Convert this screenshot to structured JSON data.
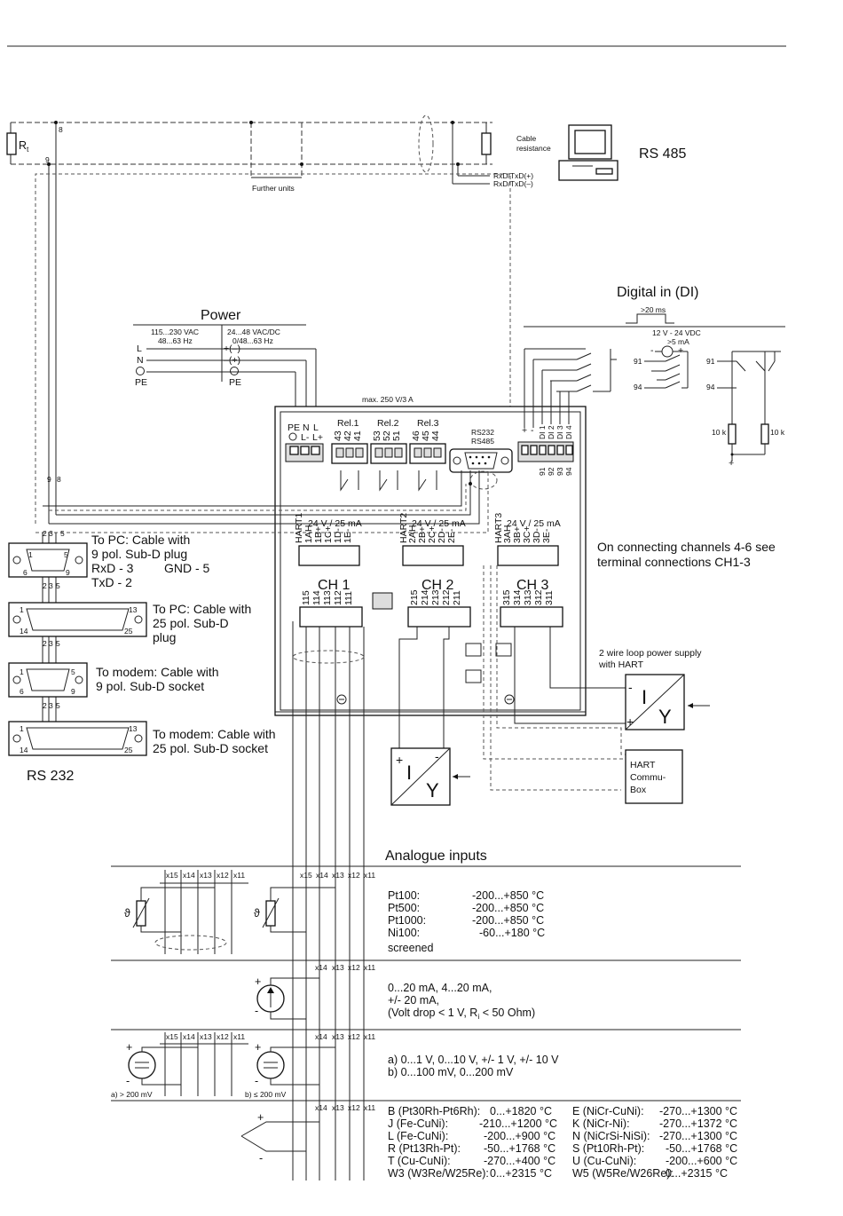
{
  "rs485": {
    "label": "RS 485",
    "cable_resistance_1": "Cable",
    "cable_resistance_2": "resistance",
    "rxd_plus": "RxD/TxD(+)",
    "rxd_minus": "RxD/TxD(–)",
    "further_units": "Further units",
    "r_label": "R",
    "r_sub": "t",
    "pin8": "8",
    "pin9": "9"
  },
  "power": {
    "title": "Power",
    "ac_range": "115...230 VAC",
    "ac_freq": "48...63 Hz",
    "dc_range": "24...48 VAC/DC",
    "dc_freq": "0/48...63 Hz",
    "L": "L",
    "N": "N",
    "PE": "PE",
    "plus": "+(–)",
    "minus": "–(+)",
    "max": "max. 250 V/3 A",
    "terminal_labels": [
      "PE",
      "N",
      "L",
      "L-",
      "L+"
    ]
  },
  "relays": [
    {
      "name": "Rel.1",
      "pins": [
        "43",
        "42",
        "41"
      ]
    },
    {
      "name": "Rel.2",
      "pins": [
        "53",
        "52",
        "51"
      ]
    },
    {
      "name": "Rel.3",
      "pins": [
        "46",
        "45",
        "44"
      ]
    }
  ],
  "rs232_terminal": {
    "line1": "RS232",
    "line2": "RS485"
  },
  "digital_in": {
    "title": "Digital in (DI)",
    "pulse": ">20 ms",
    "voltage": "12 V - 24 VDC",
    "current": ">5 mA",
    "plus": "+",
    "minus": "-",
    "pins_top": [
      "+",
      "-",
      "DI 1",
      "DI 2",
      "DI 3",
      "DI 4"
    ],
    "pins_bottom": [
      "91",
      "92",
      "93",
      "94"
    ],
    "term_91": "91",
    "term_94": "94",
    "resistor": "10 k"
  },
  "channels": [
    {
      "name": "CH 1",
      "hart": "HART1",
      "supply": "24 V / 25 mA",
      "top_pins": [
        "1AH",
        "1B+",
        "1C+",
        "1D-",
        "1E-"
      ],
      "bottom_pins": [
        "115",
        "114",
        "113",
        "112",
        "111"
      ]
    },
    {
      "name": "CH 2",
      "hart": "HART2",
      "supply": "24 V / 25 mA",
      "top_pins": [
        "2AH",
        "2B+",
        "2C+",
        "2D-",
        "2E-"
      ],
      "bottom_pins": [
        "215",
        "214",
        "213",
        "212",
        "211"
      ]
    },
    {
      "name": "CH 3",
      "hart": "HART3",
      "supply": "24 V / 25 mA",
      "top_pins": [
        "3AH",
        "3B+",
        "3C+",
        "3D-",
        "3E-"
      ],
      "bottom_pins": [
        "315",
        "314",
        "313",
        "312",
        "311"
      ]
    }
  ],
  "notes": {
    "connecting": "On connecting channels 4-6 see",
    "connecting2": "terminal connections CH1-3",
    "loop1": "2 wire loop power supply",
    "loop2": "with HART",
    "hart_box": [
      "HART",
      "Commu-",
      "Box"
    ]
  },
  "converter": {
    "minus": "-",
    "plus": "+",
    "I": "I",
    "Y": "Y"
  },
  "rs232": {
    "label": "RS 232",
    "pins_235": [
      "2",
      "3",
      "5"
    ],
    "items": [
      {
        "lines": [
          "To PC: Cable with",
          "9 pol. Sub-D plug",
          "RxD - 3",
          "TxD - 2"
        ],
        "gnd": "GND - 5",
        "nums": [
          "1",
          "5",
          "6",
          "9"
        ]
      },
      {
        "lines": [
          "To PC: Cable with",
          "25 pol. Sub-D",
          "plug"
        ],
        "nums": [
          "1",
          "13",
          "14",
          "25"
        ]
      },
      {
        "lines": [
          "To modem: Cable with",
          "9 pol. Sub-D socket"
        ],
        "nums": [
          "1",
          "5",
          "6",
          "9"
        ]
      },
      {
        "lines": [
          "To modem: Cable with",
          "25 pol. Sub-D socket"
        ],
        "nums": [
          "1",
          "13",
          "14",
          "25"
        ]
      }
    ]
  },
  "analogue": {
    "title": "Analogue inputs",
    "x_pins5": [
      "x15",
      "x14",
      "x13",
      "x12",
      "x11"
    ],
    "x_pins4": [
      "x14",
      "x13",
      "x12",
      "x11"
    ],
    "theta": "ϑ",
    "rtd": [
      {
        "name": "Pt100:",
        "range": "-200...+850 °C"
      },
      {
        "name": "Pt500:",
        "range": "-200...+850 °C"
      },
      {
        "name": "Pt1000:",
        "range": "-200...+850 °C"
      },
      {
        "name": "Ni100:",
        "range": "-60...+180 °C"
      }
    ],
    "screened": "screened",
    "current": [
      "0...20 mA, 4...20 mA,",
      "+/- 20 mA,"
    ],
    "current_drop": "(Volt drop < 1 V, R",
    "current_drop_sub": "i",
    "current_drop_end": " < 50 Ohm)",
    "voltage": [
      "a) 0...1 V, 0...10 V, +/- 1 V, +/- 10 V",
      "b) 0...100 mV, 0...200 mV"
    ],
    "volt_a": "a) > 200 mV",
    "volt_b": "b) ≤ 200 mV",
    "tc_left": [
      {
        "name": "B (Pt30Rh-Pt6Rh):",
        "range": "0...+1820 °C"
      },
      {
        "name": "J (Fe-CuNi):",
        "range": "-210...+1200 °C"
      },
      {
        "name": "L (Fe-CuNi):",
        "range": "-200...+900 °C"
      },
      {
        "name": "R (Pt13Rh-Pt):",
        "range": "-50...+1768 °C"
      },
      {
        "name": "T (Cu-CuNi):",
        "range": "-270...+400 °C"
      },
      {
        "name": "W3 (W3Re/W25Re):",
        "range": "0...+2315 °C"
      }
    ],
    "tc_right": [
      {
        "name": "E (NiCr-CuNi):",
        "range": "-270...+1300 °C"
      },
      {
        "name": "K (NiCr-Ni):",
        "range": "-270...+1372 °C"
      },
      {
        "name": "N (NiCrSi-NiSi):",
        "range": "-270...+1300 °C"
      },
      {
        "name": "S (Pt10Rh-Pt):",
        "range": "-50...+1768 °C"
      },
      {
        "name": "U (Cu-CuNi):",
        "range": "-200...+600 °C"
      },
      {
        "name": "W5 (W5Re/W26Re):",
        "range": "0...+2315 °C"
      }
    ],
    "plus": "+",
    "minus": "-"
  }
}
